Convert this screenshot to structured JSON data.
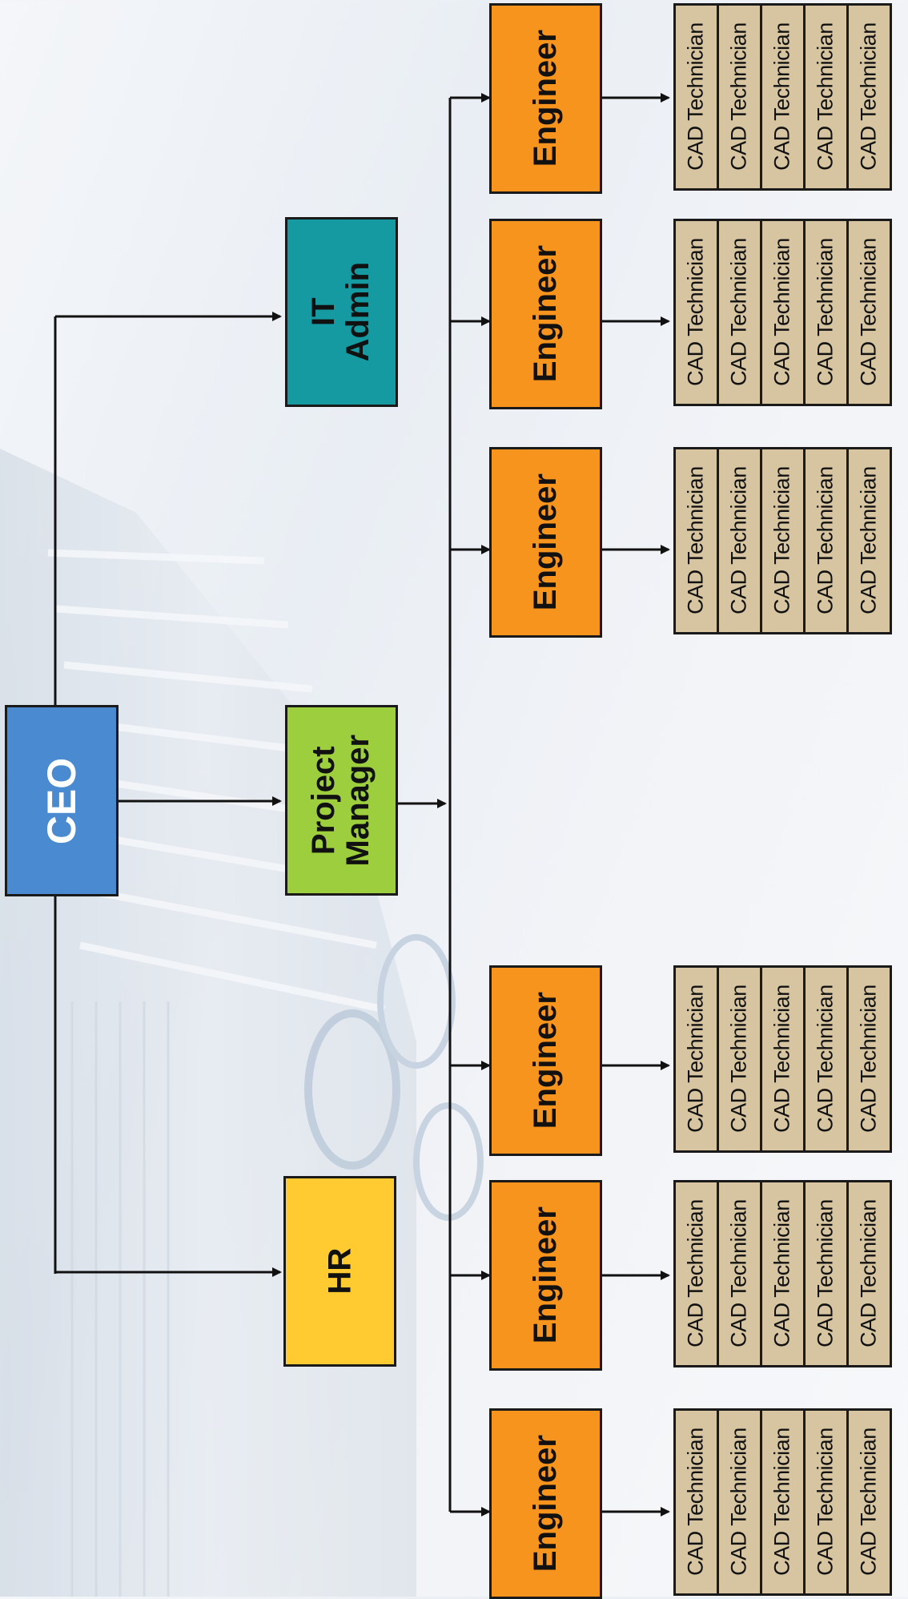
{
  "org_chart": {
    "ceo": {
      "label": "CEO"
    },
    "direct_reports": [
      {
        "id": "hr",
        "lines": [
          "HR"
        ]
      },
      {
        "id": "project-manager",
        "lines": [
          "Project",
          "Manager"
        ]
      },
      {
        "id": "it-admin",
        "lines": [
          "IT",
          "Admin"
        ]
      }
    ],
    "engineers": [
      {
        "label": "Engineer",
        "technicians": [
          "CAD Technician",
          "CAD Technician",
          "CAD Technician",
          "CAD Technician",
          "CAD Technician"
        ]
      },
      {
        "label": "Engineer",
        "technicians": [
          "CAD Technician",
          "CAD Technician",
          "CAD Technician",
          "CAD Technician",
          "CAD Technician"
        ]
      },
      {
        "label": "Engineer",
        "technicians": [
          "CAD Technician",
          "CAD Technician",
          "CAD Technician",
          "CAD Technician",
          "CAD Technician"
        ]
      },
      {
        "label": "Engineer",
        "technicians": [
          "CAD Technician",
          "CAD Technician",
          "CAD Technician",
          "CAD Technician",
          "CAD Technician"
        ]
      },
      {
        "label": "Engineer",
        "technicians": [
          "CAD Technician",
          "CAD Technician",
          "CAD Technician",
          "CAD Technician",
          "CAD Technician"
        ]
      },
      {
        "label": "Engineer",
        "technicians": [
          "CAD Technician",
          "CAD Technician",
          "CAD Technician",
          "CAD Technician",
          "CAD Technician"
        ]
      }
    ]
  },
  "colors": {
    "ceo": "#4a8ad0",
    "project_manager": "#9cce3e",
    "it_admin": "#149aa0",
    "hr": "#ffcb31",
    "engineer": "#f7941e",
    "technician": "#d6c5a0",
    "border": "#1a1a1a"
  }
}
